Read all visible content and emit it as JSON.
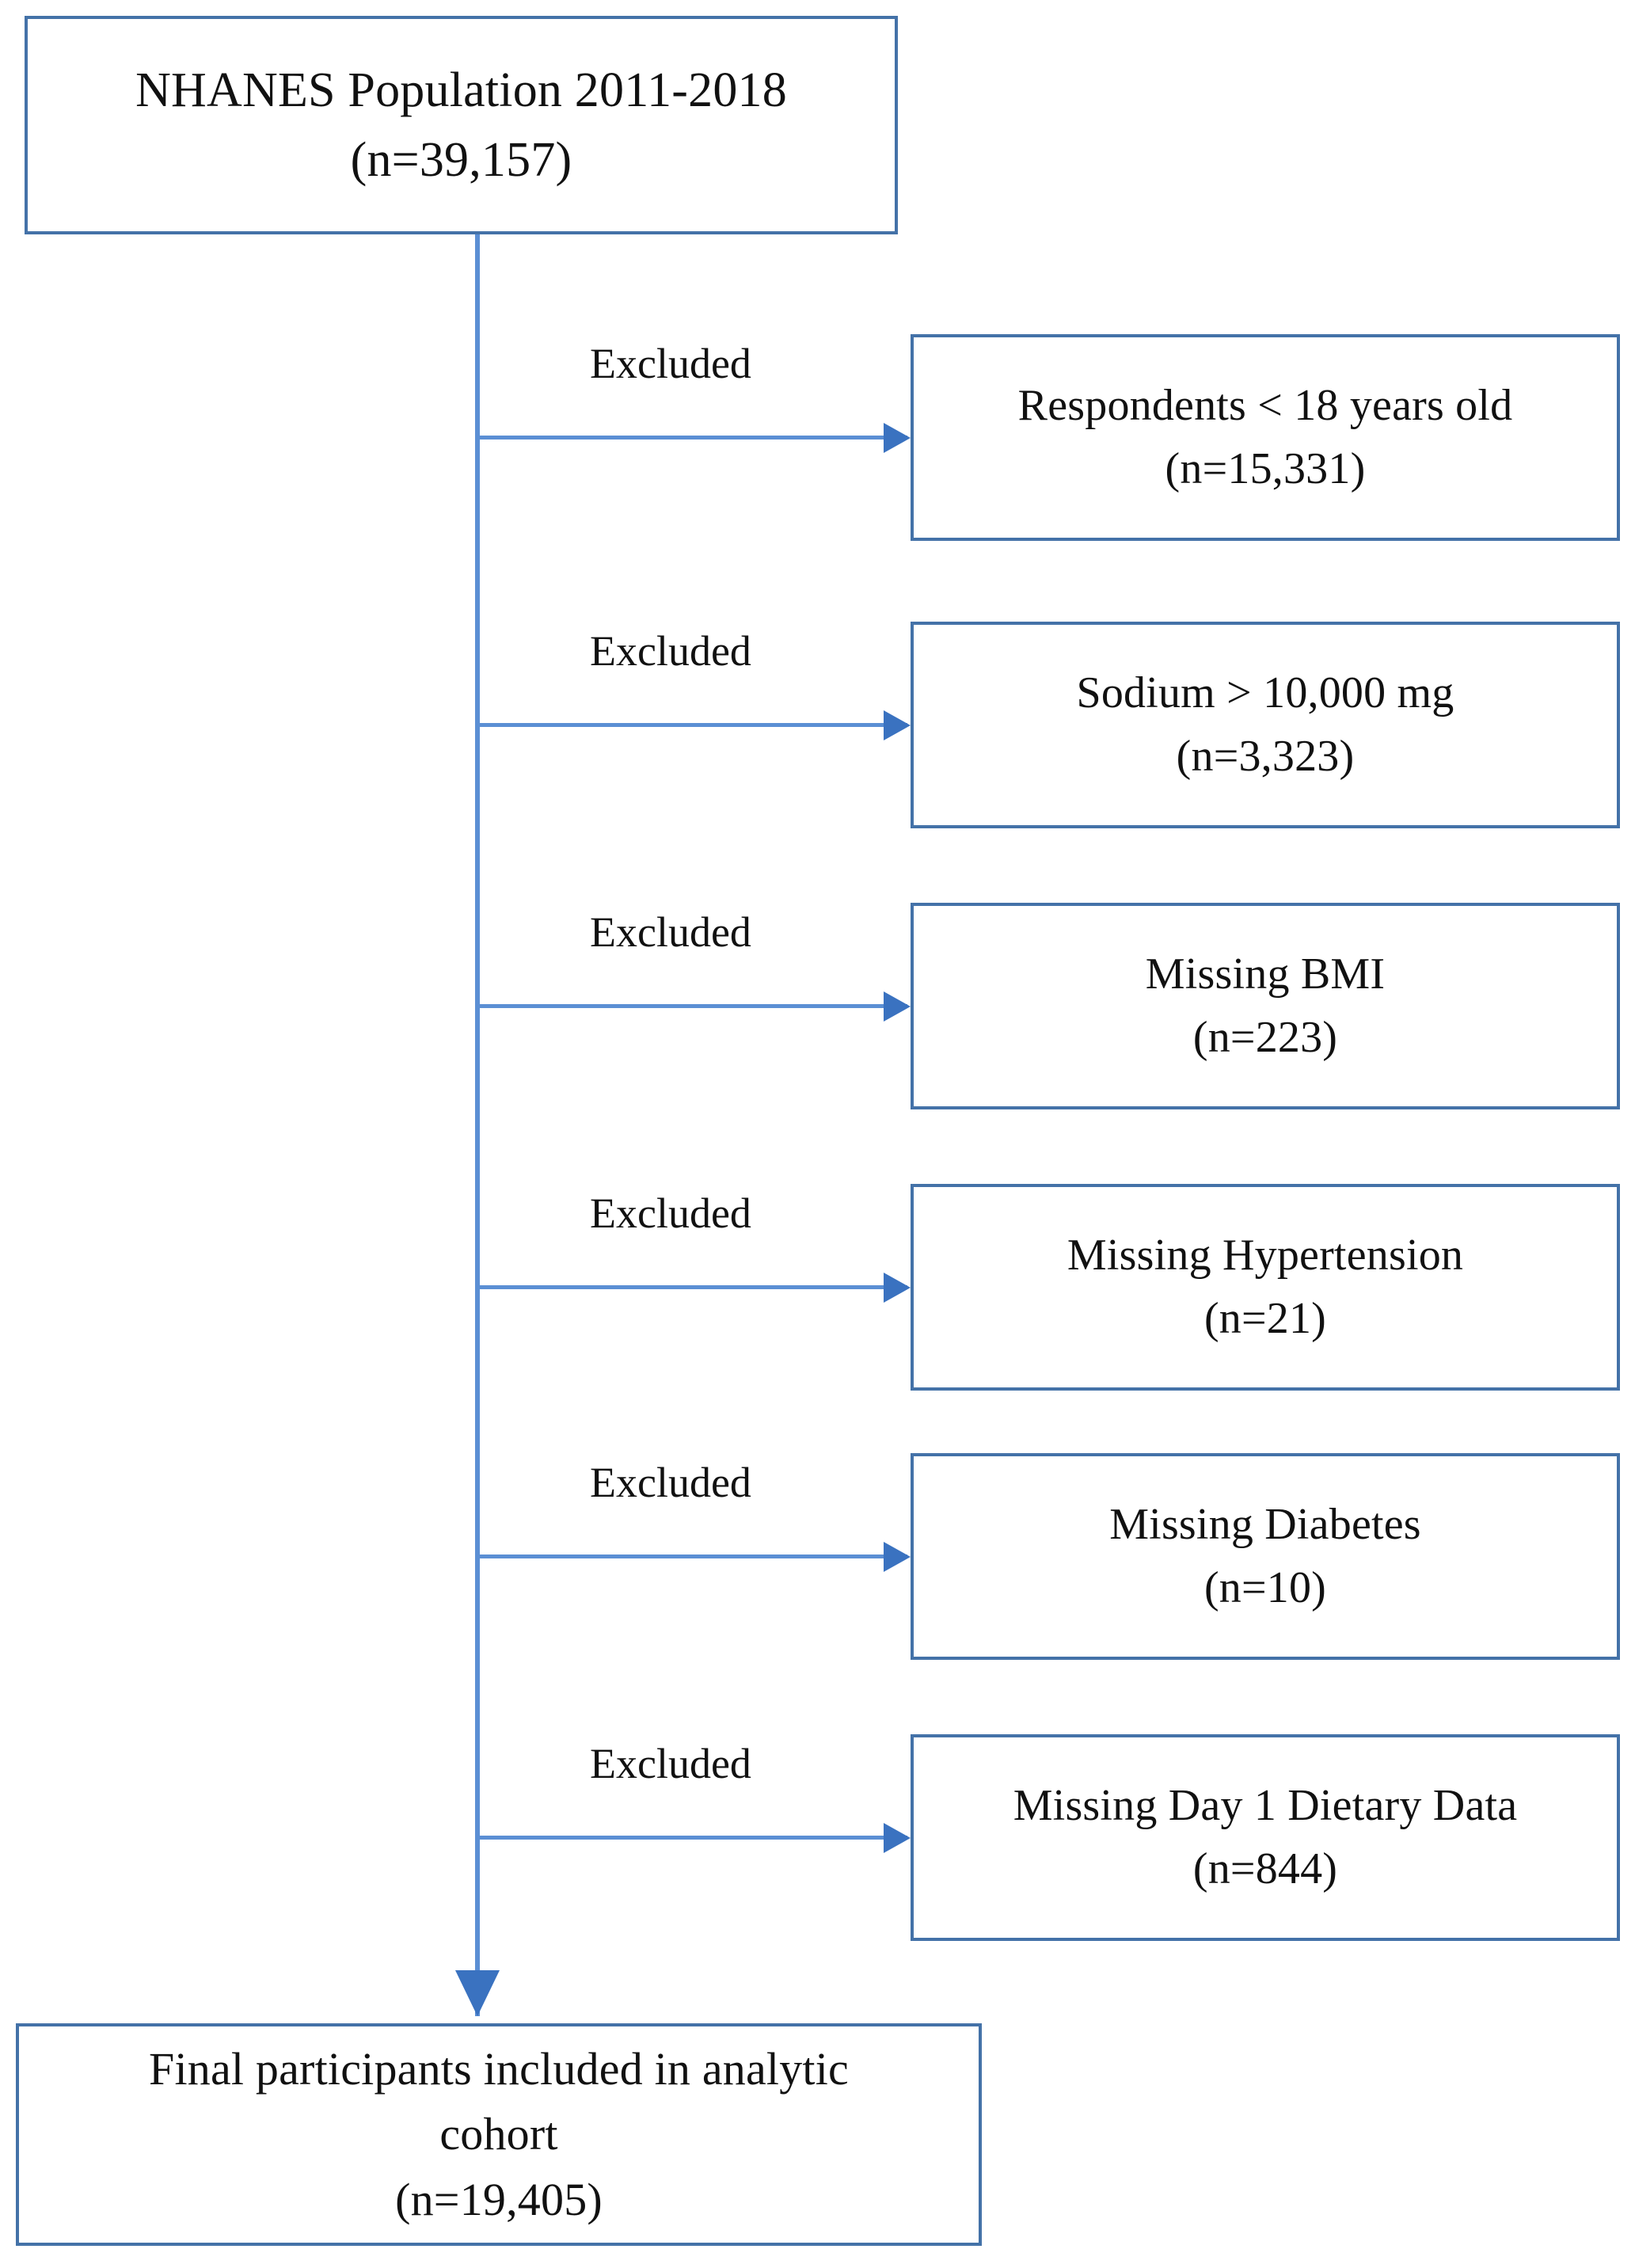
{
  "diagram": {
    "type": "study-flow-diagram",
    "colors": {
      "box_border": "#4472a8",
      "connector": "#5b8fd4",
      "arrowhead": "#3a72c0",
      "background": "#ffffff",
      "text": "#111111"
    },
    "root": {
      "label": "NHANES Population 2011-2018\n(n=39,157)",
      "title": "NHANES Population 2011-2018",
      "count_label": "(n=39,157)",
      "count": 39157
    },
    "exclusion_keyword": "Excluded",
    "exclusions": [
      {
        "label": "Excluded",
        "reason": "Respondents < 18 years old",
        "count_label": "(n=15,331)",
        "count": 15331,
        "text": "Respondents < 18 years old\n(n=15,331)"
      },
      {
        "label": "Excluded",
        "reason": "Sodium > 10,000 mg",
        "count_label": "(n=3,323)",
        "count": 3323,
        "text": "Sodium > 10,000 mg\n(n=3,323)"
      },
      {
        "label": "Excluded",
        "reason": "Missing BMI",
        "count_label": "(n=223)",
        "count": 223,
        "text": "Missing BMI\n(n=223)"
      },
      {
        "label": "Excluded",
        "reason": "Missing Hypertension",
        "count_label": "(n=21)",
        "count": 21,
        "text": "Missing Hypertension\n(n=21)"
      },
      {
        "label": "Excluded",
        "reason": "Missing Diabetes",
        "count_label": "(n=10)",
        "count": 10,
        "text": "Missing Diabetes\n(n=10)"
      },
      {
        "label": "Excluded",
        "reason": "Missing Day 1 Dietary Data",
        "count_label": "(n=844)",
        "count": 844,
        "text": "Missing Day 1 Dietary Data\n(n=844)"
      }
    ],
    "final": {
      "label": "Final participants included in analytic\ncohort\n(n=19,405)",
      "title": "Final participants included in analytic cohort",
      "count_label": "(n=19,405)",
      "count": 19405
    }
  }
}
